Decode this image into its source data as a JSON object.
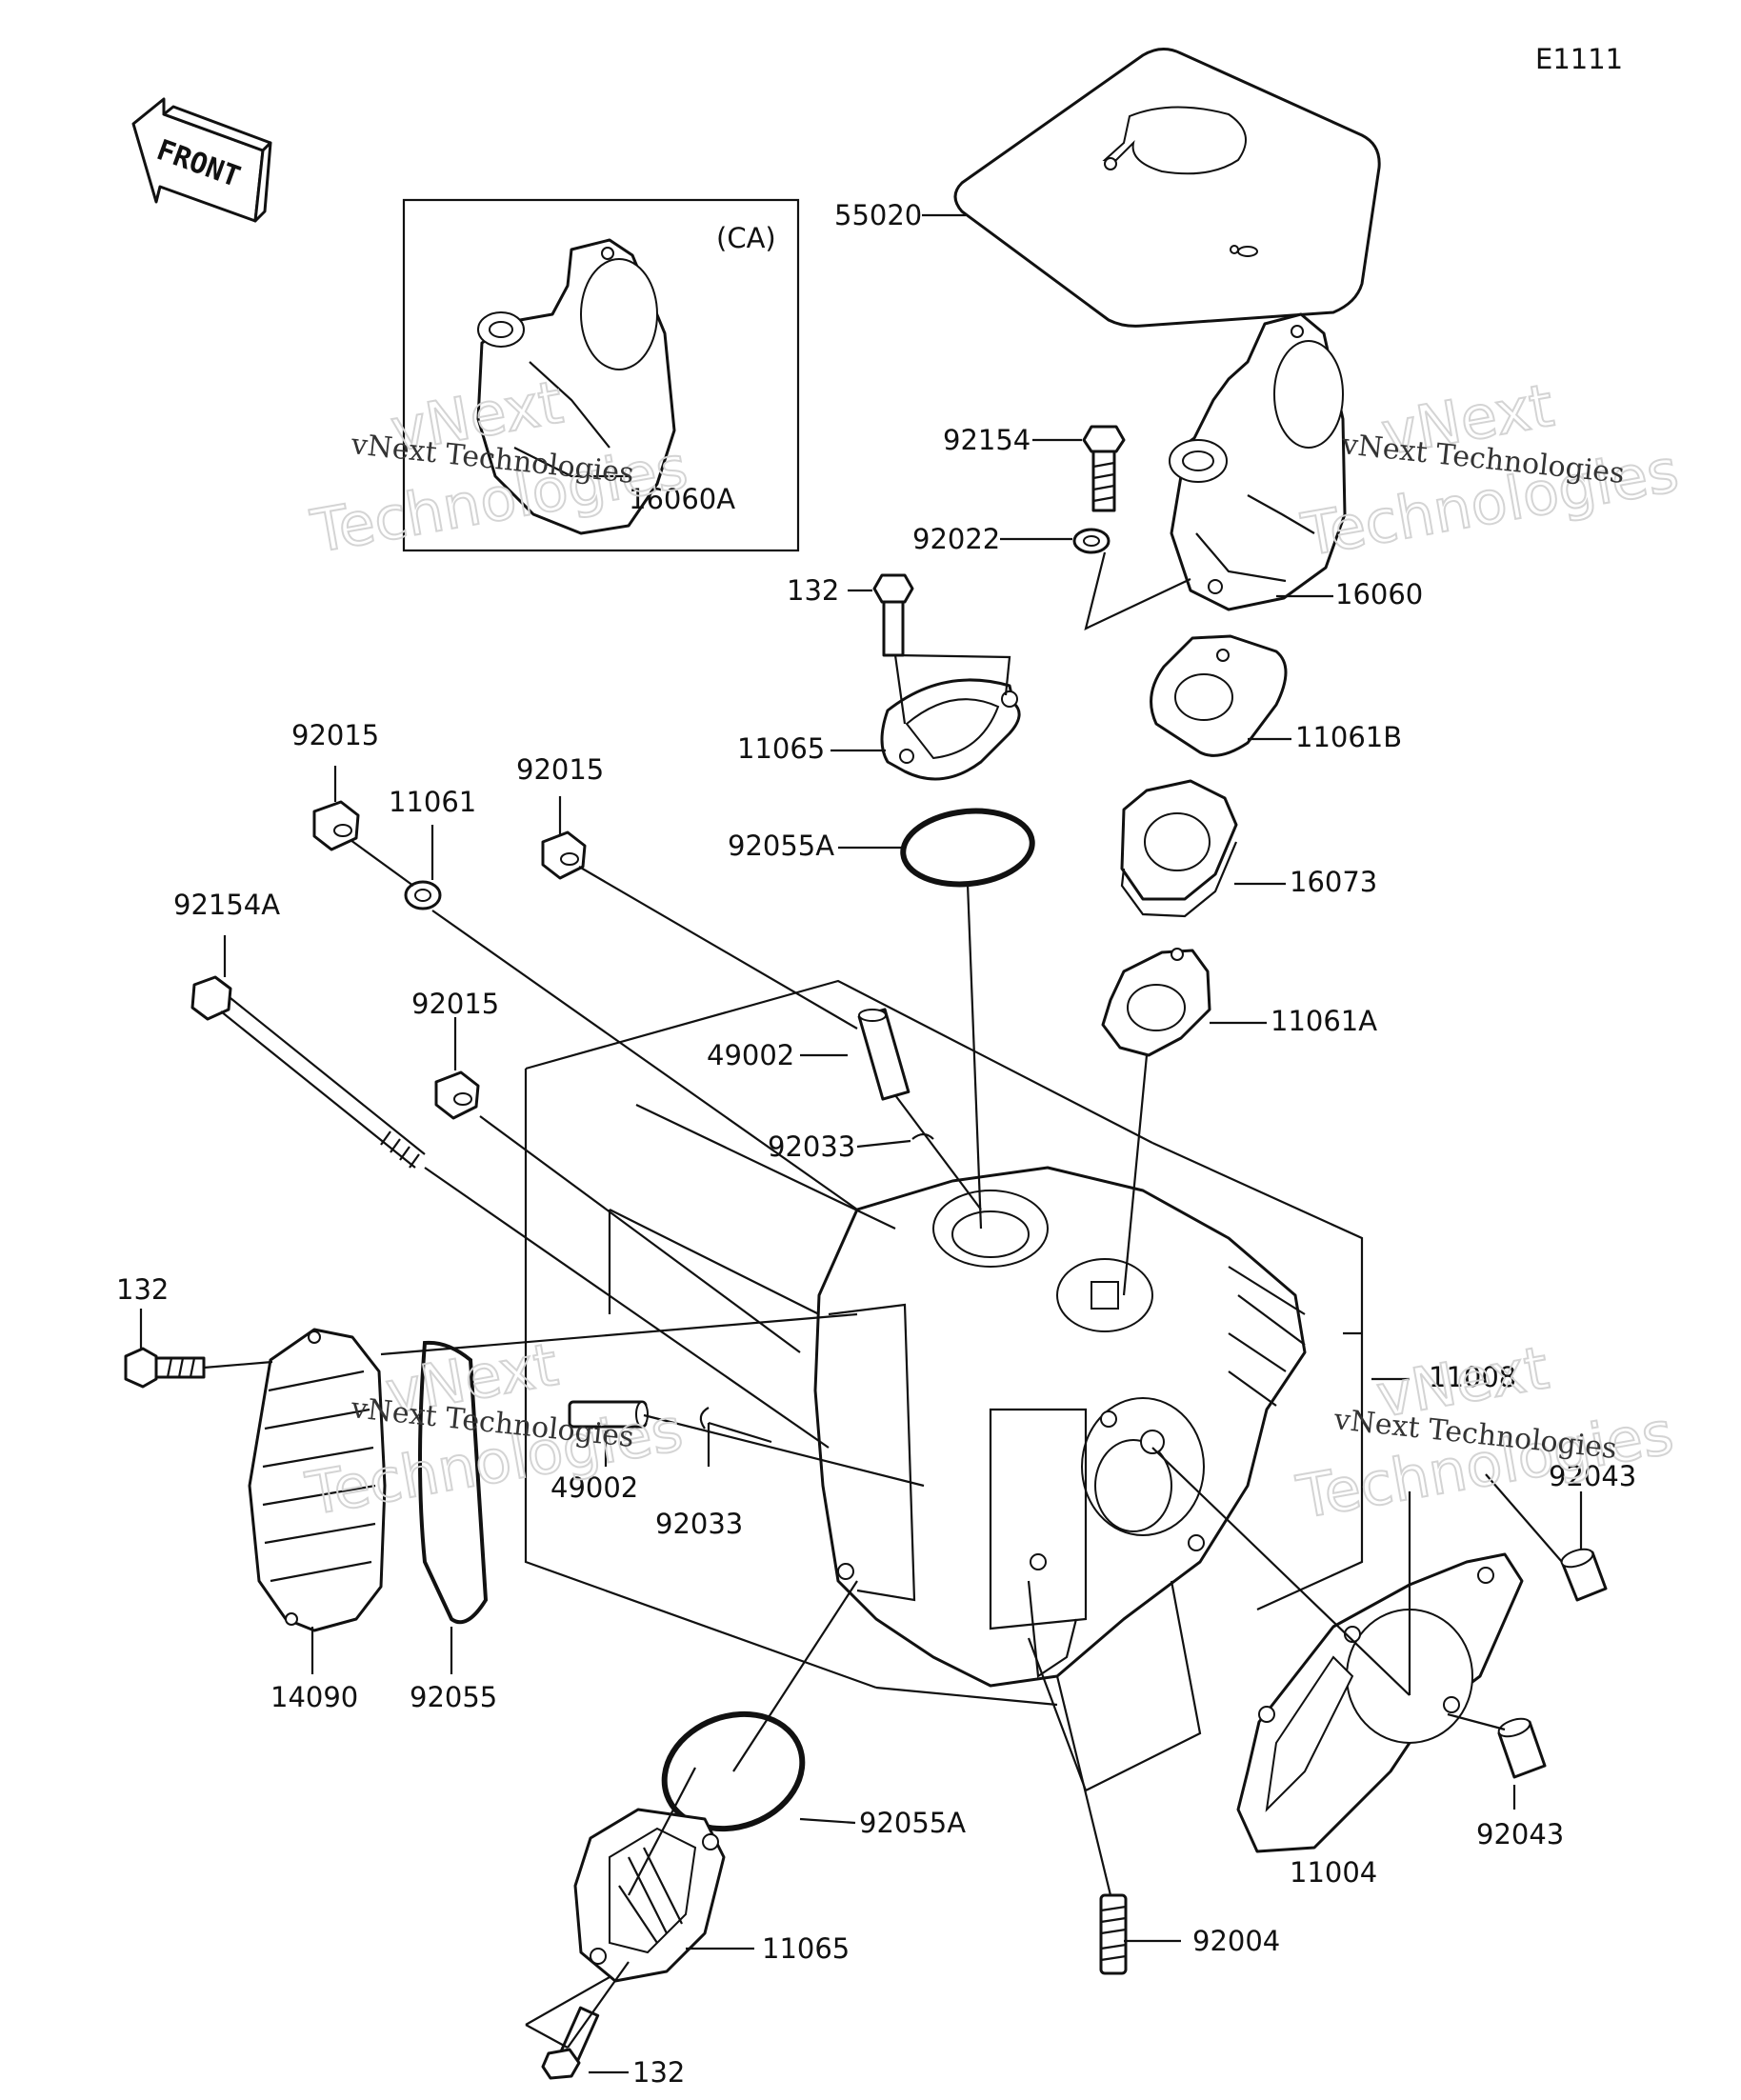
{
  "diagram_code": "E1111",
  "front_label": "FRONT",
  "inset_label": "(CA)",
  "watermark": {
    "line1": "vNext Technologies",
    "line2a": "vNext",
    "line2b": "Technologies"
  },
  "labels": {
    "p55020": "55020",
    "p16060A": "16060A",
    "p92154": "92154",
    "p92022": "92022",
    "p132_top": "132",
    "p16060": "16060",
    "p11065_top": "11065",
    "p11061B": "11061B",
    "p92055A_top": "92055A",
    "p16073": "16073",
    "p11061A": "11061A",
    "p92015_a": "92015",
    "p11061": "11061",
    "p92015_b": "92015",
    "p92154A": "92154A",
    "p92015_c": "92015",
    "p49002_top": "49002",
    "p92033_top": "92033",
    "p132_left": "132",
    "p49002_bottom": "49002",
    "p92033_bottom": "92033",
    "p11008": "11008",
    "p92043_top": "92043",
    "p14090": "14090",
    "p92055": "92055",
    "p92055A_bottom": "92055A",
    "p11004": "11004",
    "p92043_bottom": "92043",
    "p11065_bottom": "11065",
    "p92004": "92004",
    "p132_bottom": "132"
  }
}
